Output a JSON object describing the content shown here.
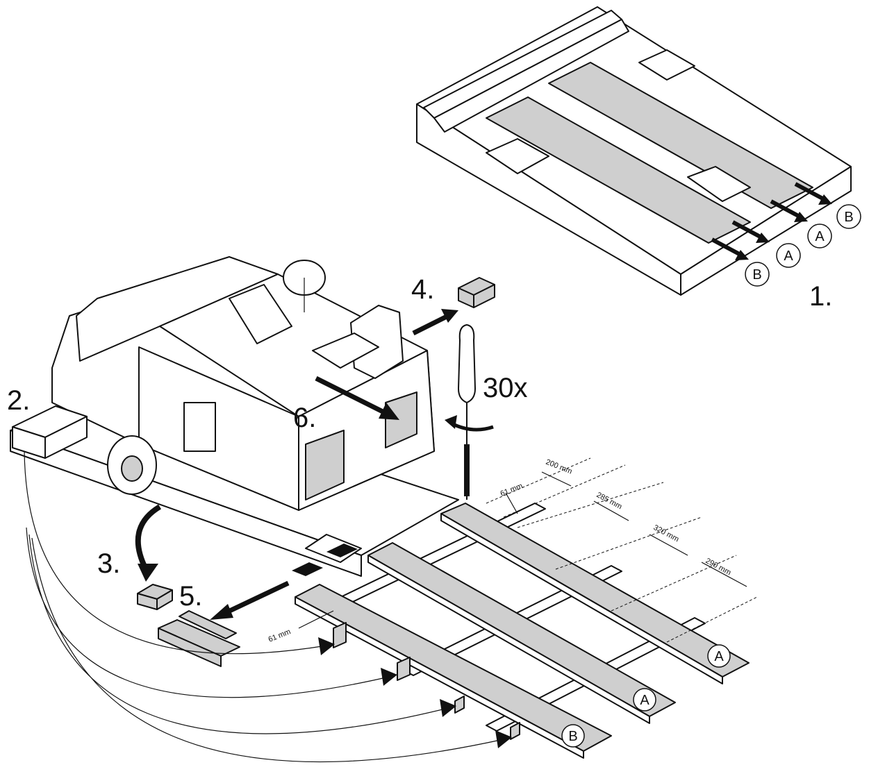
{
  "steps": [
    "1.",
    "2.",
    "3.",
    "4.",
    "5.",
    "6."
  ],
  "screw_count": "30x",
  "dimensions": [
    "200 mm",
    "61 mm",
    "285 mm",
    "320 mm",
    "290 mm",
    "61 mm"
  ],
  "ramp_labels": {
    "top_ramps": [
      "B",
      "A",
      "A",
      "B"
    ],
    "bottom_ramps": [
      "A",
      "A",
      "B"
    ]
  }
}
